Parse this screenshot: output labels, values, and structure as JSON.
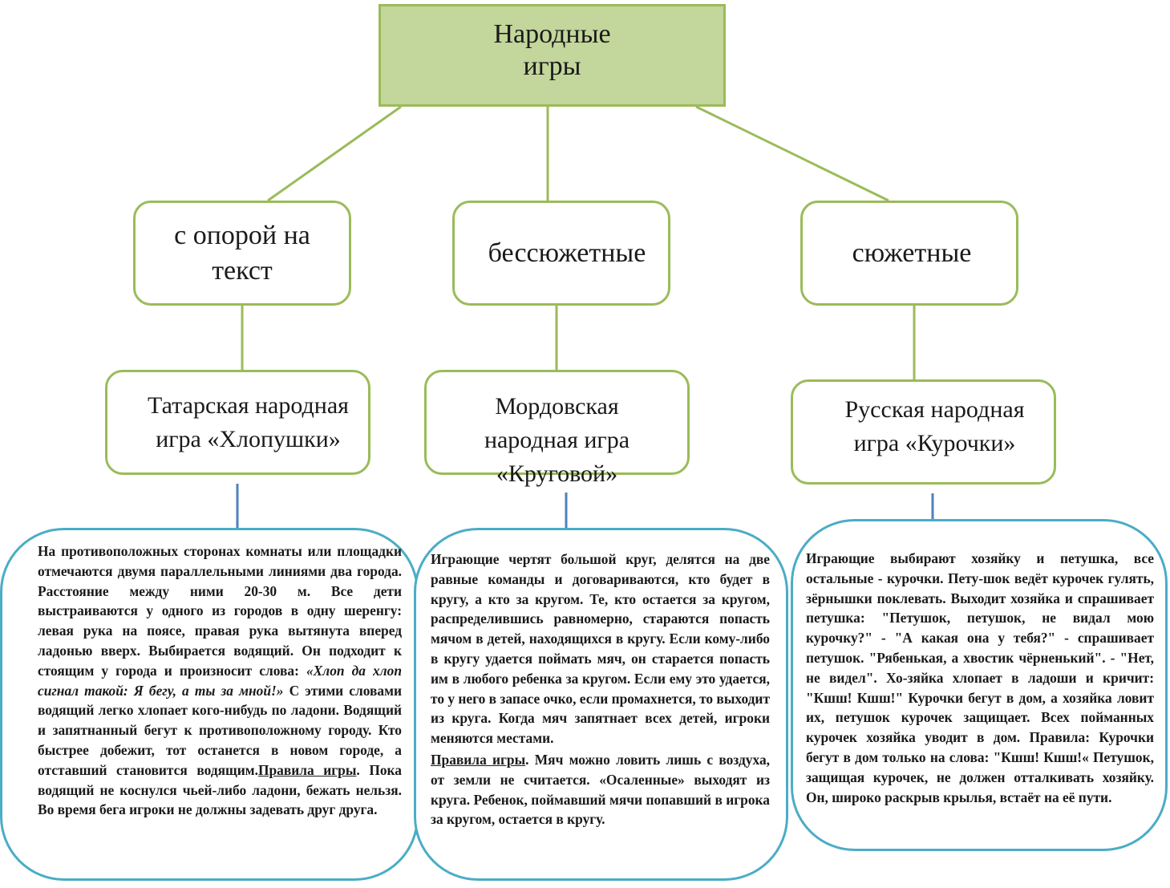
{
  "root": {
    "line1": "Народные",
    "line2": "игры"
  },
  "categories": [
    {
      "line1": "с опорой на",
      "line2": "текст"
    },
    {
      "line1": "бессюжетные"
    },
    {
      "line1": "сюжетные"
    }
  ],
  "games": [
    {
      "line1": "Татарская народная",
      "line2": "игра «Хлопушки»"
    },
    {
      "line1": "Мордовская",
      "line2": "народная игра",
      "line3": "«Круговой»"
    },
    {
      "line1": "Русская народная",
      "line2": "игра «Курочки»"
    }
  ],
  "descriptions": [
    {
      "part1": "На противоположных сторонах комнаты или площадки отмечаются двумя параллельными линиями два города. Расстояние между ними 20-30 м. Все дети выстраиваются у одного из городов в одну шеренгу: левая рука на поясе, правая рука вытянута вперед ладонью вверх. Выбирается водящий. Он подходит к стоящим у города и произносит слова: ",
      "quote": "«Хлоп да хлоп сигнал такой: Я бегу, а ты за мной!»",
      "part2": " С этими словами водящий легко хлопает кого-нибудь по ладони. Водящий и запятнанный бегут к противоположному городу. Кто быстрее добежит, тот останется в новом городе, а отставший становится водящим.",
      "rules_label": "Правила игры",
      "rules_text": ". Пока водящий не коснулся чьей-либо ладони, бежать нельзя. Во время бега игроки не должны задевать друг друга."
    },
    {
      "text": "Играющие чертят большой круг, делятся на две равные команды и договариваются, кто будет в кругу, а кто за кругом. Те, кто остается за кругом, распределившись равномерно, стараются попасть мячом в детей, находящихся в кругу. Если кому-либо в кругу удается поймать мяч, он старается попасть им в любого ребенка за кругом. Если ему это удается, то у него в запасе очко, если промахнется, то выходит из круга. Когда мяч запятнает всех детей, игроки меняются местами.",
      "rules_label": "Правила игры",
      "rules_text": ". Мяч можно ловить лишь с воздуха, от земли не считается. «Осаленные» выходят из круга. Ребенок, поймавший мячи попавший в игрока за кругом, остается в кругу."
    },
    {
      "text": "Играющие выбирают хозяйку и петушка, все остальные - курочки. Пету-шок ведёт курочек гулять, зёрнышки поклевать. Выходит хозяйка и спрашивает петушка: \"Петушок, петушок, не видал мою курочку?\" - \"А какая она у тебя?\" - спрашивает петушок. \"Рябенькая, а хвостик чёрненький\". - \"Нет, не видел\". Хо-зяйка хлопает в ладоши и кричит: \"Кшш! Кшш!\" Курочки бегут в дом, а хозяйка ловит их, петушок курочек защищает. Всех пойманных курочек хозяйка уводит в дом. Правила: Курочки бегут в дом только на слова: \"Кшш! Кшш!« Петушок, защищая курочек, не должен отталкивать хозяйку. Он, широко раскрыв крылья, встаёт на её пути."
    }
  ],
  "colors": {
    "root_fill": "#c3d69b",
    "green_border": "#9bbb59",
    "blue_border": "#4bacc6",
    "blue_connector": "#4f81bd"
  }
}
